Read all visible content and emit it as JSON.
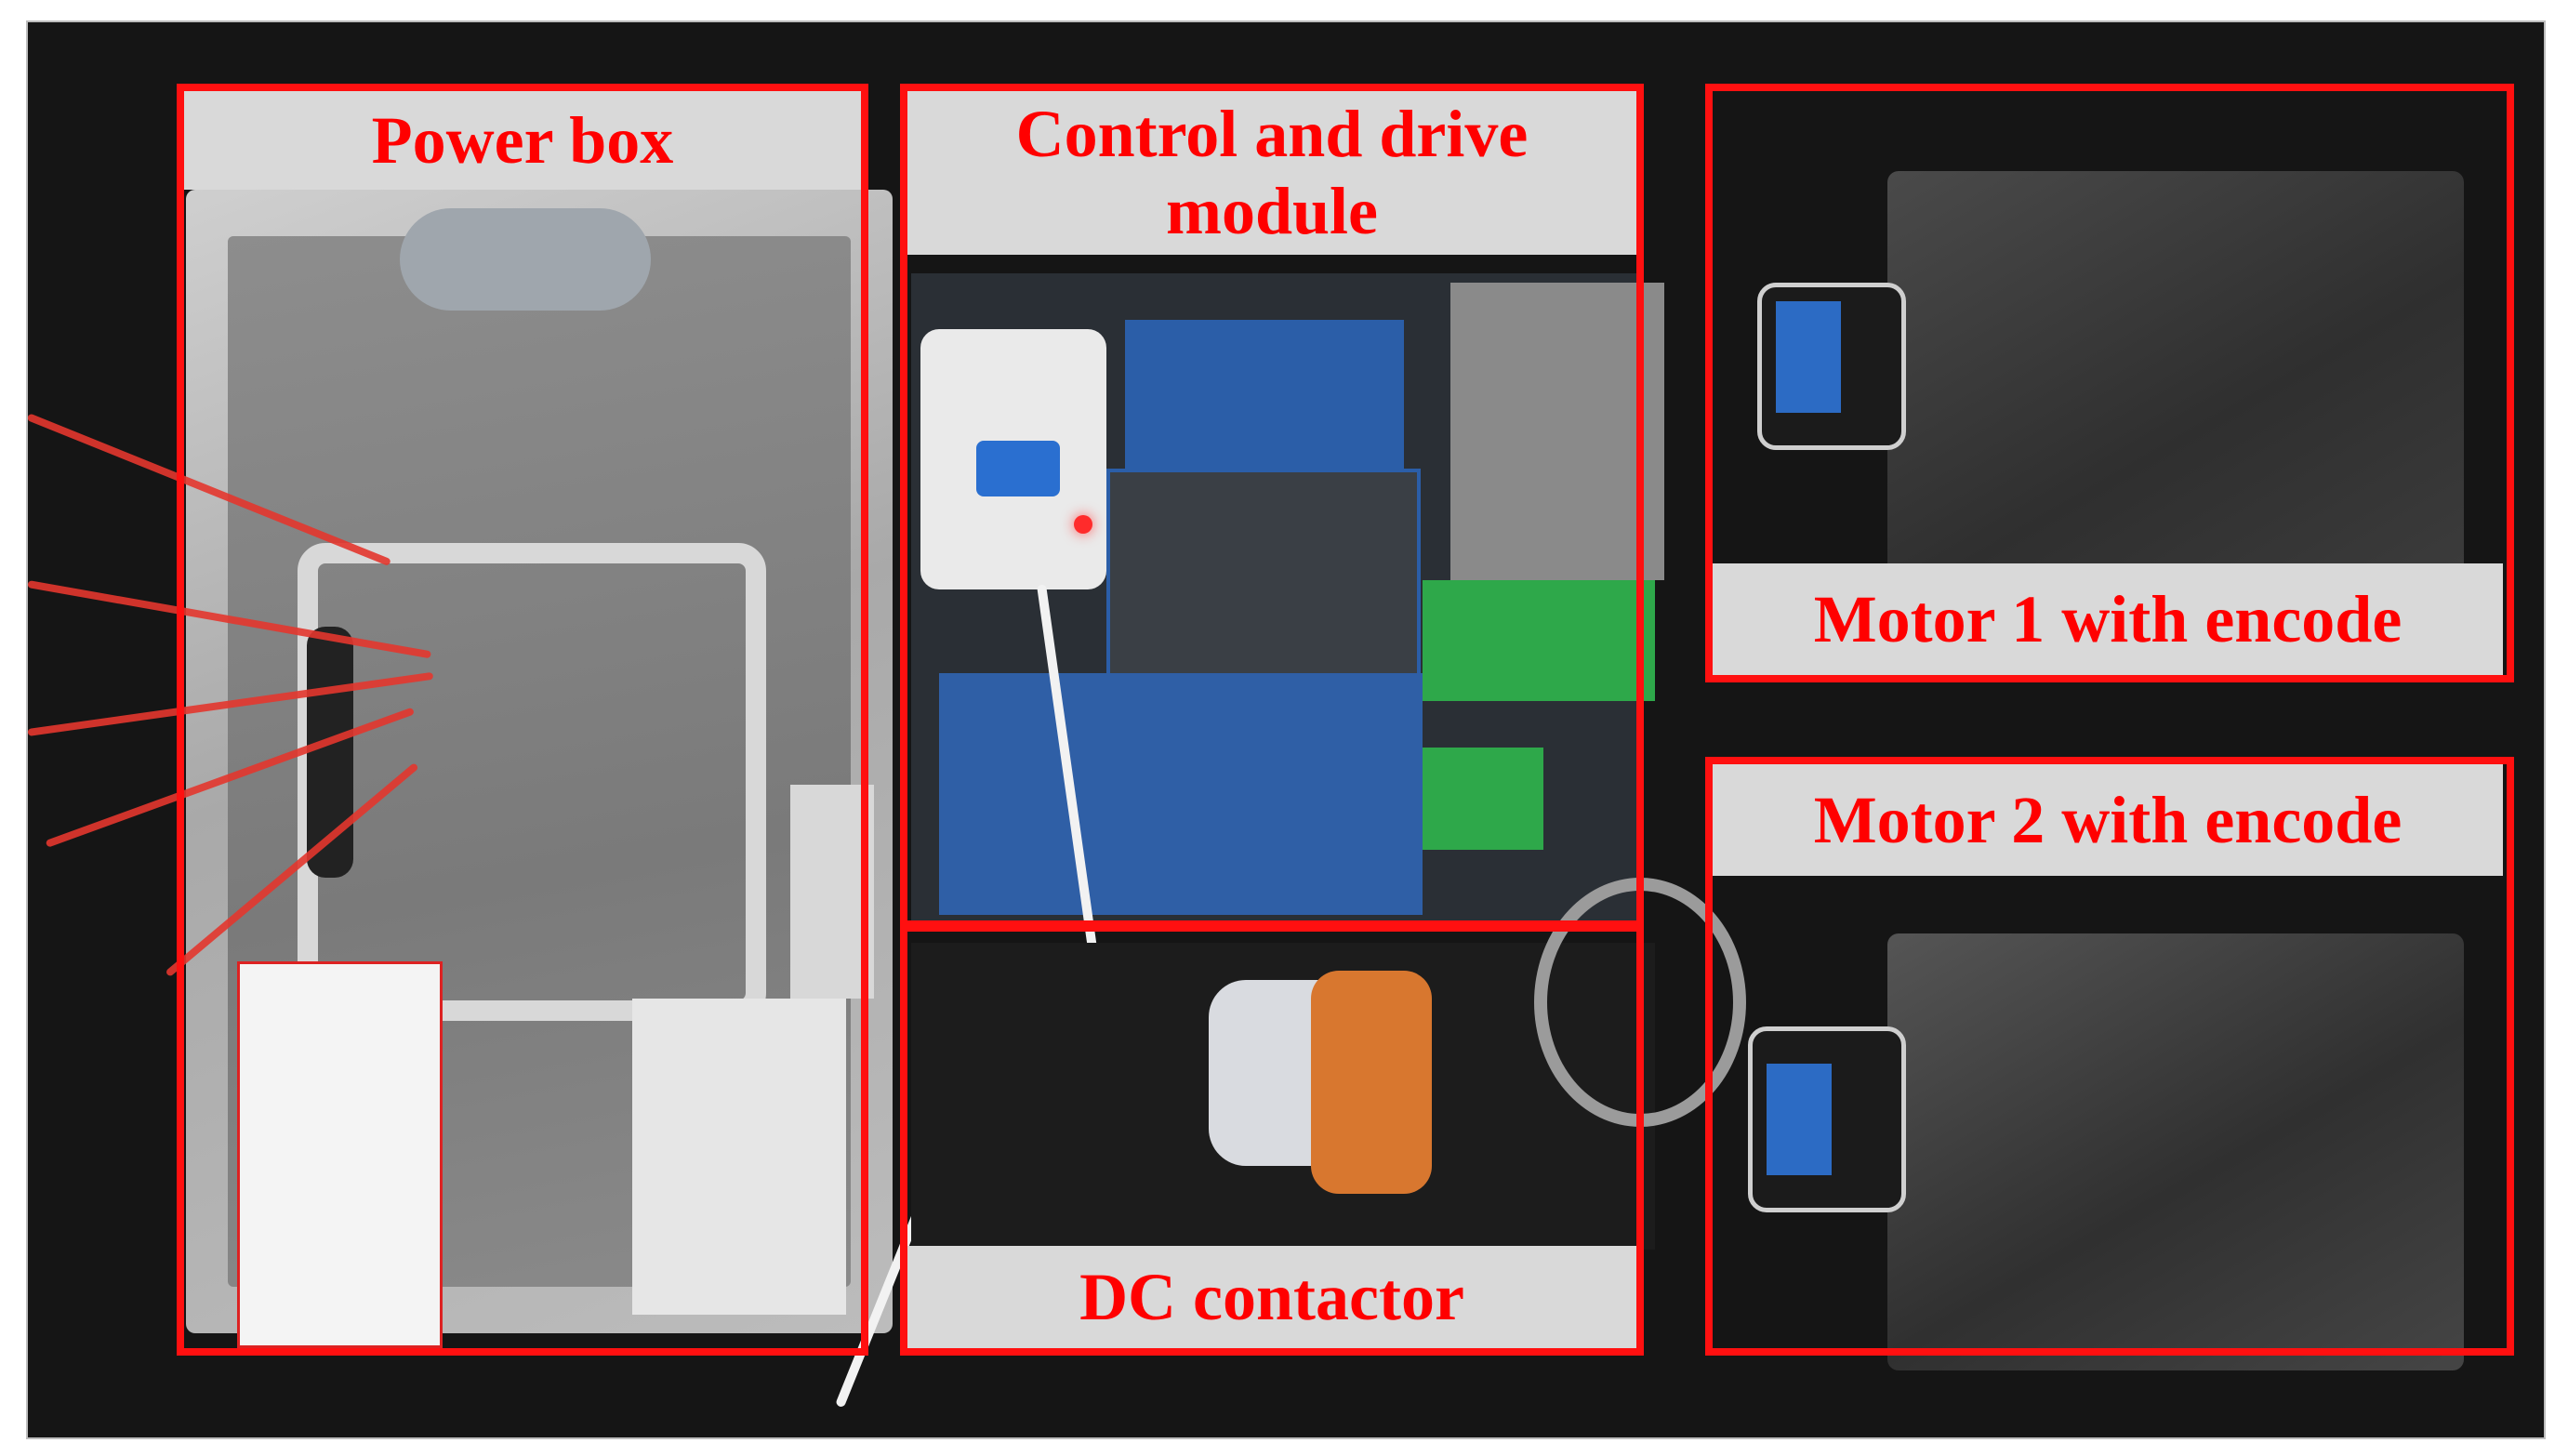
{
  "figure": {
    "labels": {
      "power_box": "Power box",
      "control_drive_line1": "Control and drive",
      "control_drive_line2": "module",
      "dc_contactor": "DC contactor",
      "motor1": "Motor 1 with encode",
      "motor2": "Motor 2 with encode"
    },
    "colors": {
      "annotation_border": "#ff1010",
      "annotation_text": "#ff0000",
      "label_background": "#d9d9d9"
    }
  }
}
